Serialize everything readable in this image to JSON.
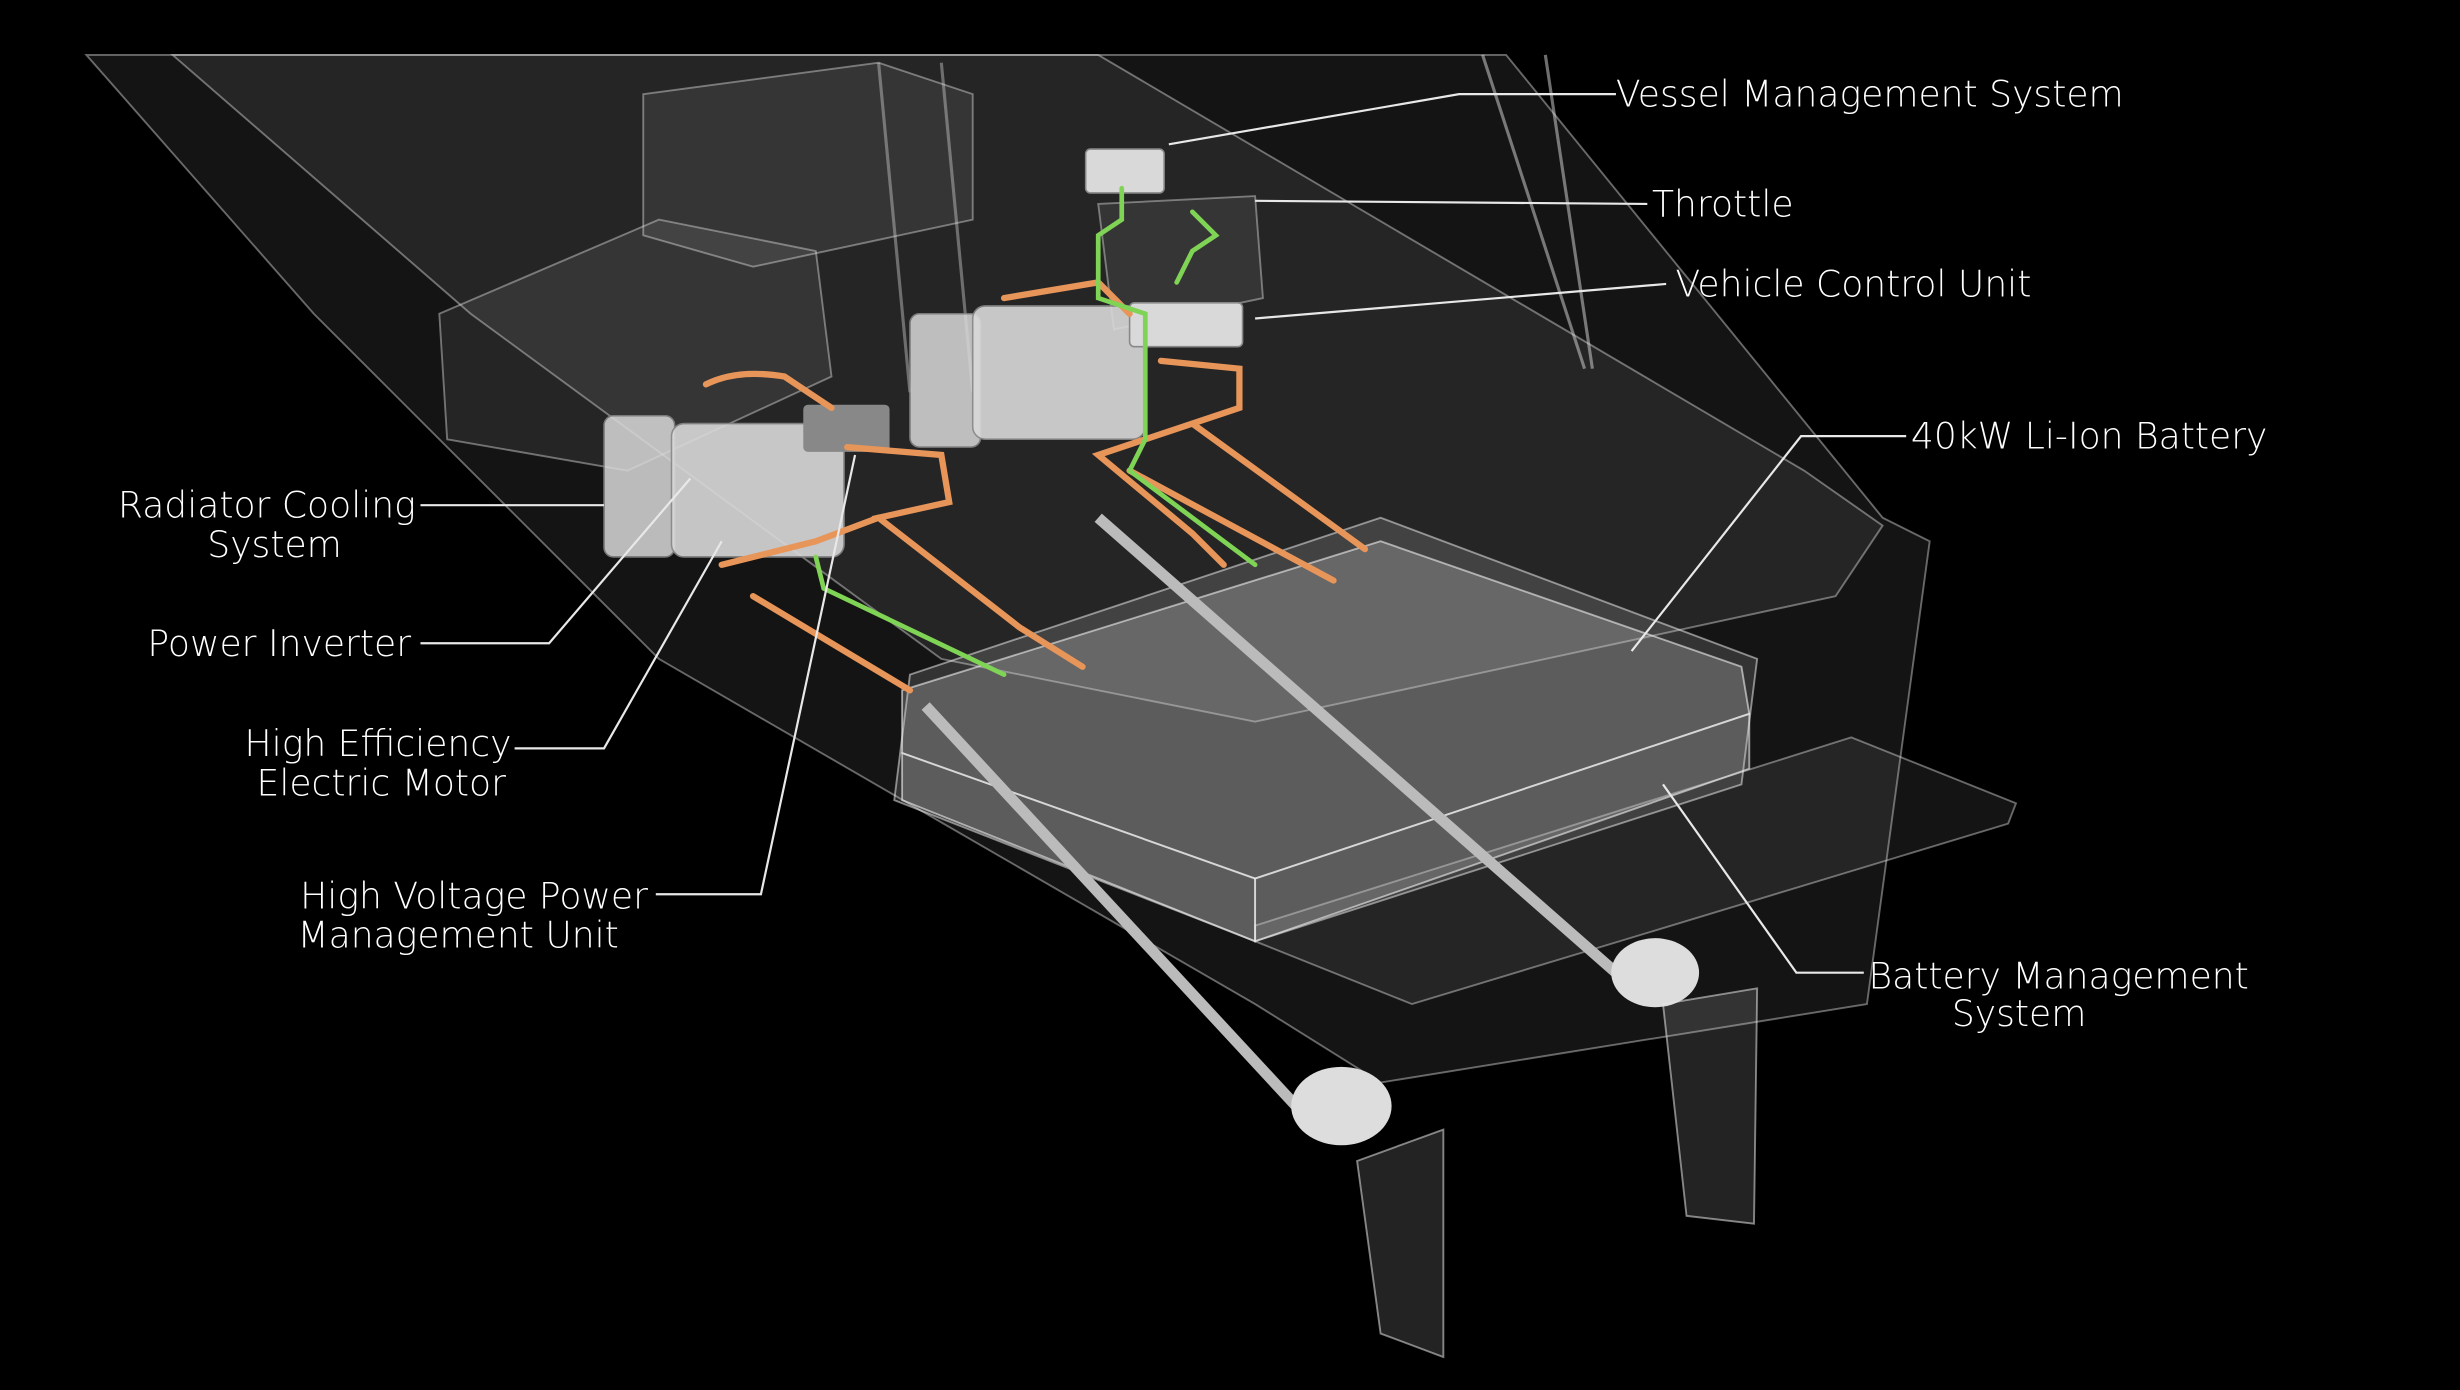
{
  "diagram": {
    "labels": {
      "vessel_management": "Vessel Management System",
      "throttle": "Throttle",
      "vehicle_control_unit": "Vehicle Control Unit",
      "battery": "40kW Li-Ion Battery",
      "radiator_line1": "Radiator Cooling",
      "radiator_line2": "System",
      "power_inverter": "Power Inverter",
      "motor_line1": "High Efficiency",
      "motor_line2": "Electric Motor",
      "hvpmu_line1": "High Voltage Power",
      "hvpmu_line2": "Management Unit",
      "bms_line1": "Battery Management",
      "bms_line2": "System"
    },
    "colors": {
      "background": "#000000",
      "high_voltage_cable": "#e8955a",
      "low_voltage_cable": "#7fd455",
      "label_text": "#ffffff"
    }
  }
}
